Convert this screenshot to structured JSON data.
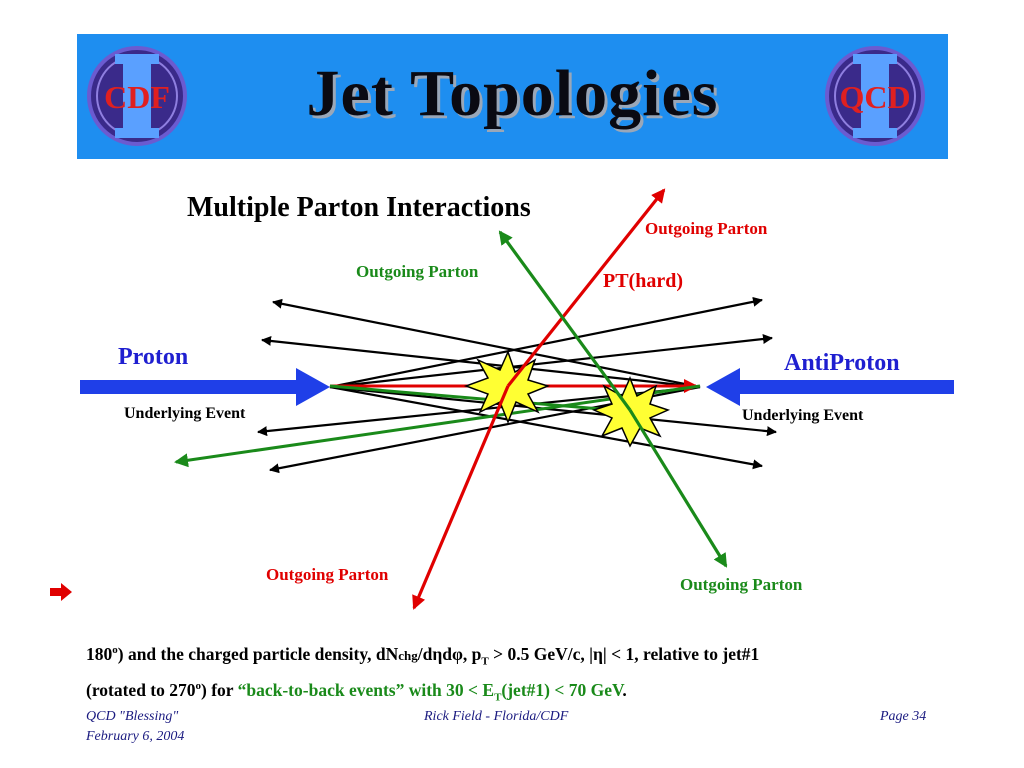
{
  "slide": {
    "title": "Jet Topologies",
    "logo_left_text": "CDF",
    "logo_right_text": "QCD"
  },
  "diagram": {
    "heading": "Multiple Parton Interactions",
    "proton": "Proton",
    "antiproton": "AntiProton",
    "pt_hard": "PT(hard)",
    "ue_left": "Underlying Event",
    "ue_right": "Underlying Event",
    "outgoing_green_top": "Outgoing Parton",
    "outgoing_red_top": "Outgoing Parton",
    "outgoing_red_bottom": "Outgoing Parton",
    "outgoing_green_bottom": "Outgoing Parton",
    "colors": {
      "green": "#1a8a1a",
      "red": "#e00000",
      "blue": "#1f3fe8",
      "star": "#ffff33"
    }
  },
  "body": {
    "line1_a": "180",
    "line1_deg": "o",
    "line1_b": ") and the charged particle density, dN",
    "line1_chg": "chg",
    "line1_c": "/dηdφ, p",
    "line1_T": "T",
    "line1_d": " > 0.5 GeV/c, |η| < 1, relative to jet#1",
    "line2_a": "(rotated to 270",
    "line2_deg": "o",
    "line2_b": ")  for ",
    "line2_green": "“back-to-back events” with 30 < E",
    "line2_T": "T",
    "line2_green2": "(jet#1) < 70 GeV",
    "line2_end": "."
  },
  "footer": {
    "left_line1": "QCD \"Blessing\"",
    "left_line2": "February 6, 2004",
    "center": "Rick Field - Florida/CDF",
    "right": "Page 34"
  }
}
